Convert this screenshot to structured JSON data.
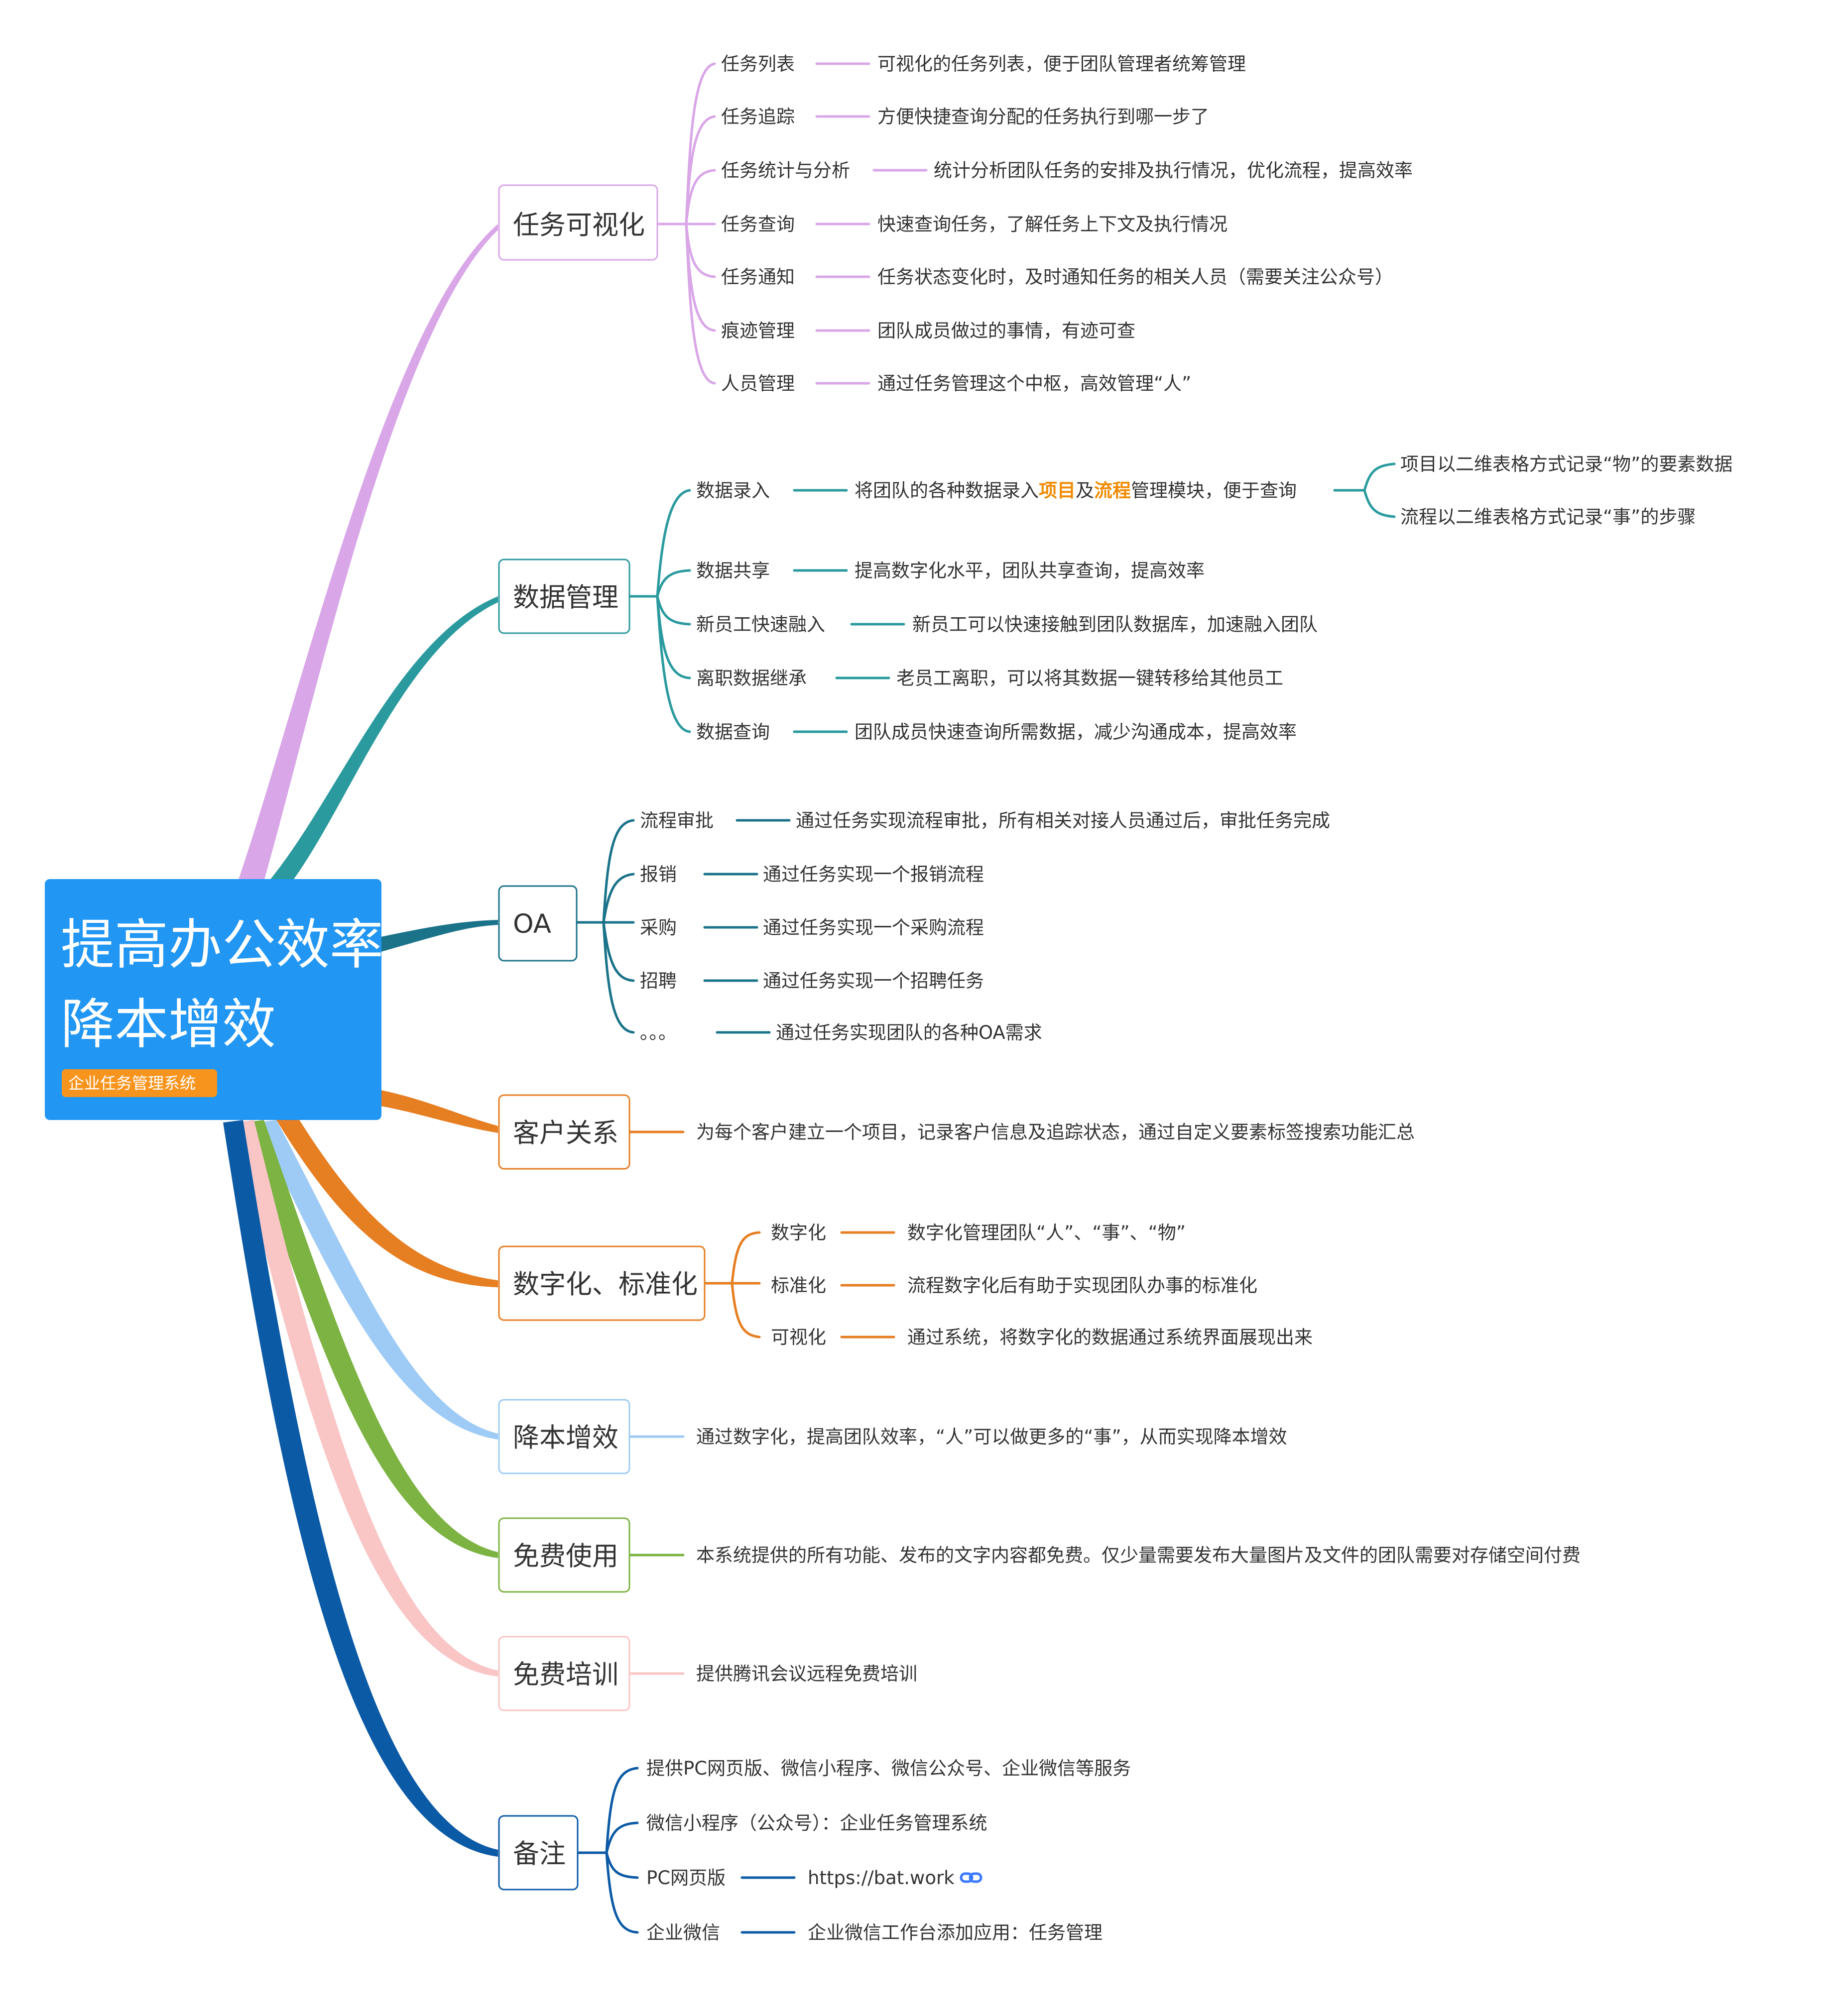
{
  "root": {
    "title_line1": "提高办公效率",
    "title_line2": "降本增效",
    "tag": "企业任务管理系统",
    "bg_color": "#2196F3",
    "tag_color": "#F7941D"
  },
  "branches": [
    {
      "key": "visual",
      "label": "任务可视化",
      "color": "#D9A6E8",
      "items": [
        {
          "label": "任务列表",
          "detail": "可视化的任务列表，便于团队管理者统筹管理"
        },
        {
          "label": "任务追踪",
          "detail": "方便快捷查询分配的任务执行到哪一步了"
        },
        {
          "label": "任务统计与分析",
          "detail": "统计分析团队任务的安排及执行情况，优化流程，提高效率"
        },
        {
          "label": "任务查询",
          "detail": "快速查询任务，了解任务上下文及执行情况"
        },
        {
          "label": "任务通知",
          "detail": "任务状态变化时，及时通知任务的相关人员（需要关注公众号）"
        },
        {
          "label": "痕迹管理",
          "detail": "团队成员做过的事情，有迹可查"
        },
        {
          "label": "人员管理",
          "detail": "通过任务管理这个中枢，高效管理“人”"
        }
      ]
    },
    {
      "key": "data",
      "label": "数据管理",
      "color": "#2A9A9E",
      "items": [
        {
          "label": "数据录入",
          "detail_parts": [
            {
              "text": "将团队的各种数据录入",
              "hl": false
            },
            {
              "text": "项目",
              "hl": true
            },
            {
              "text": "及",
              "hl": false
            },
            {
              "text": "流程",
              "hl": true
            },
            {
              "text": "管理模块，便于查询",
              "hl": false
            }
          ],
          "sub": [
            "项目以二维表格方式记录“物”的要素数据",
            "流程以二维表格方式记录“事”的步骤"
          ]
        },
        {
          "label": "数据共享",
          "detail": "提高数字化水平，团队共享查询，提高效率"
        },
        {
          "label": "新员工快速融入",
          "detail": "新员工可以快速接触到团队数据库，加速融入团队"
        },
        {
          "label": "离职数据继承",
          "detail": "老员工离职，可以将其数据一键转移给其他员工"
        },
        {
          "label": "数据查询",
          "detail": "团队成员快速查询所需数据，减少沟通成本，提高效率"
        }
      ]
    },
    {
      "key": "oa",
      "label": "OA",
      "color": "#1A7389",
      "items": [
        {
          "label": "流程审批",
          "detail": "通过任务实现流程审批，所有相关对接人员通过后，审批任务完成"
        },
        {
          "label": "报销",
          "detail": "通过任务实现一个报销流程"
        },
        {
          "label": "采购",
          "detail": "通过任务实现一个采购流程"
        },
        {
          "label": "招聘",
          "detail": "通过任务实现一个招聘任务"
        },
        {
          "label": "。。。",
          "detail": "通过任务实现团队的各种OA需求"
        }
      ]
    },
    {
      "key": "crm",
      "label": "客户关系",
      "color": "#E67E22",
      "detail": "为每个客户建立一个项目，记录客户信息及追踪状态，通过自定义要素标签搜索功能汇总"
    },
    {
      "key": "digital",
      "label": "数字化、标准化",
      "color": "#E67E22",
      "items": [
        {
          "label": "数字化",
          "detail": "数字化管理团队“人”、“事”、“物”"
        },
        {
          "label": "标准化",
          "detail": "流程数字化后有助于实现团队办事的标准化"
        },
        {
          "label": "可视化",
          "detail": "通过系统，将数字化的数据通过系统界面展现出来"
        }
      ]
    },
    {
      "key": "cost",
      "label": "降本增效",
      "color": "#9ECBF5",
      "detail": "通过数字化，提高团队效率，“人”可以做更多的“事”，从而实现降本增效"
    },
    {
      "key": "free",
      "label": "免费使用",
      "color": "#7CB342",
      "detail": "本系统提供的所有功能、发布的文字内容都免费。仅少量需要发布大量图片及文件的团队需要对存储空间付费"
    },
    {
      "key": "training",
      "label": "免费培训",
      "color": "#F9C5C5",
      "detail": "提供腾讯会议远程免费培训"
    },
    {
      "key": "notes",
      "label": "备注",
      "color": "#0B5AA6",
      "items": [
        {
          "label": "提供PC网页版、微信小程序、微信公众号、企业微信等服务"
        },
        {
          "label": "微信小程序（公众号）：企业任务管理系统"
        },
        {
          "label": "PC网页版",
          "detail": "https://bat.work",
          "link_icon": "link-icon"
        },
        {
          "label": "企业微信",
          "detail": "企业微信工作台添加应用：任务管理"
        }
      ]
    }
  ]
}
